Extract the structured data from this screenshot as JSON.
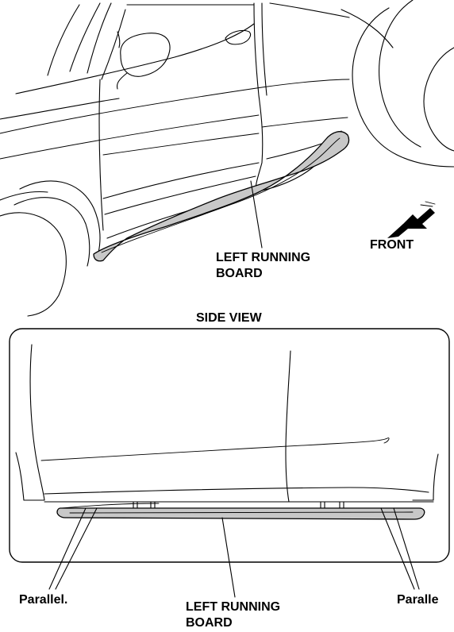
{
  "labels": {
    "front": "FRONT",
    "running_board_top_line1": "LEFT RUNNING",
    "running_board_top_line2": "BOARD",
    "side_view_title": "SIDE VIEW",
    "running_board_bottom_line1": "LEFT RUNNING",
    "running_board_bottom_line2": "BOARD",
    "parallel_left": "Parallel.",
    "parallel_right": "Paralle"
  },
  "colors": {
    "line": "#000000",
    "board_fill": "#c8c8c8",
    "background": "#ffffff"
  },
  "icons": {
    "front_arrow": "arrow-down-left-icon"
  }
}
